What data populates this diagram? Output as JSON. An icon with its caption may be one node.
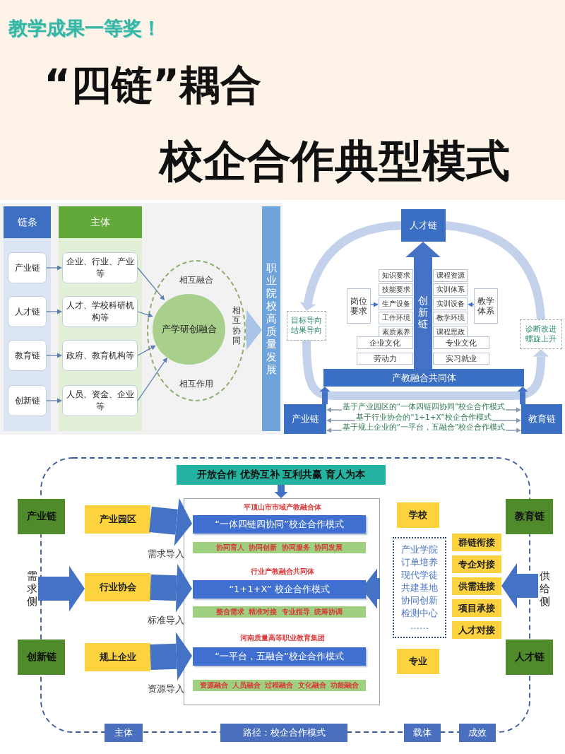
{
  "diagram": {
    "nodes": [
      {
        "text": [
          "链条"
        ]
      },
      {
        "text": [
          "产业链"
        ],
        "in": 0
      },
      {
        "text": [
          "人才链"
        ],
        "in": 0
      },
      {
        "text": [
          "教育链"
        ],
        "in": 0
      },
      {
        "text": [
          "创新链"
        ],
        "in": 0
      },
      {
        "text": [
          "主体"
        ]
      },
      {
        "text": [
          "企业、行业、产业等"
        ],
        "in": 5
      },
      {
        "text": [
          "人才、学校科研机构等"
        ],
        "in": 5
      },
      {
        "text": [
          "政府、教育机构等"
        ],
        "in": 5
      },
      {
        "text": [
          "人员、资金、企业等"
        ],
        "in": 5
      },
      {
        "text": [
          "相互融合",
          "相互协同",
          "相互作用"
        ]
      },
      {
        "text": [
          "产学研创融合"
        ],
        "in": 10
      },
      {
        "text": [
          "职业院校高质量发展"
        ]
      },
      {
        "text": [
          "人才链"
        ]
      },
      {
        "text": [
          "产教融合共同体"
        ]
      },
      {
        "text": [
          "产业链"
        ]
      },
      {
        "text": [
          "教育链"
        ]
      },
      {
        "text": [
          "岗位要求"
        ]
      },
      {
        "text": [
          "知识要求"
        ]
      },
      {
        "text": [
          "技能要求"
        ]
      },
      {
        "text": [
          "生产设备"
        ]
      },
      {
        "text": [
          "工作环境"
        ]
      },
      {
        "text": [
          "素质素养"
        ]
      },
      {
        "text": [
          "教学体系"
        ]
      },
      {
        "text": [
          "课程资源"
        ]
      },
      {
        "text": [
          "实训体系"
        ]
      },
      {
        "text": [
          "实训设备"
        ]
      },
      {
        "text": [
          "教学环境"
        ]
      },
      {
        "text": [
          "课程思政"
        ]
      },
      {
        "text": [
          "企业文化"
        ]
      },
      {
        "text": [
          "劳动力"
        ]
      },
      {
        "text": [
          "专业文化"
        ]
      },
      {
        "text": [
          "实习就业"
        ]
      },
      {
        "text": [
          "目标导向结果导向"
        ]
      },
      {
        "text": [
          "诊断改进螺旋上升"
        ]
      },
      {
        "text": [
          "开放合作 优势互补 互利共赢 育人为本"
        ]
      },
      {
        "text": [
          "产业链"
        ]
      },
      {
        "text": [
          "创新链"
        ]
      },
      {
        "text": [
          "需求侧"
        ]
      },
      {
        "text": [
          "产业园区"
        ]
      },
      {
        "text": [
          "行业协会"
        ]
      },
      {
        "text": [
          "规上企业"
        ]
      },
      {
        "text": [],
        "shape": "box"
      },
      {
        "text": [
          "平顶山市市域产教融合体"
        ],
        "in": 42
      },
      {
        "text": [
          "“一体四链四协同”校企合作模式"
        ],
        "in": 42
      },
      {
        "text": [
          "协同育人 协同创新 协同服务 协同发展"
        ],
        "in": 42
      },
      {
        "text": [
          "行业产教融合共同体"
        ],
        "in": 42
      },
      {
        "text": [
          "“1+1+X” 校企合作模式"
        ],
        "in": 42
      },
      {
        "text": [
          "整合需求 精准对接 专业指导 统筹协调"
        ],
        "in": 42
      },
      {
        "text": [
          "河南质量高等职业教育集团"
        ],
        "in": 42
      },
      {
        "text": [
          "“一平台，五融合”校企合作模式"
        ],
        "in": 42
      },
      {
        "text": [
          "资源融合 人员融合 过程融合 文化融合 功能融合"
        ],
        "in": 42
      },
      {
        "text": [
          "学校"
        ]
      },
      {
        "text": [
          "产业学院",
          "订单培养",
          "现代学徒",
          "共建基地",
          "协同创新",
          "检测中心",
          "……"
        ]
      },
      {
        "text": [
          "专业"
        ]
      },
      {
        "text": [
          "群链衔接"
        ]
      },
      {
        "text": [
          "专企对接"
        ]
      },
      {
        "text": [
          "供需连接"
        ]
      },
      {
        "text": [
          "项目承接"
        ]
      },
      {
        "text": [
          "人才对接"
        ]
      },
      {
        "text": [
          "教育链"
        ]
      },
      {
        "text": [
          "人才链"
        ]
      },
      {
        "text": [
          "供给侧"
        ]
      },
      {
        "text": [
          "主体"
        ]
      },
      {
        "text": [
          "路径：校企合作模式"
        ]
      },
      {
        "text": [
          "载体"
        ]
      },
      {
        "text": [
          "成效"
        ]
      }
    ],
    "edges": [
      {
        "from": 1,
        "to": 6,
        "arrow": "to",
        "color": "#5b7fae"
      },
      {
        "from": 2,
        "to": 7,
        "arrow": "to",
        "color": "#5b7fae"
      },
      {
        "from": 3,
        "to": 8,
        "arrow": "to",
        "color": "#5b7fae"
      },
      {
        "from": 4,
        "to": 9,
        "arrow": "to",
        "color": "#5b7fae"
      },
      {
        "from": 6,
        "to": 11,
        "arrow": "to",
        "color": "#5b7fae"
      },
      {
        "from": 7,
        "to": 11,
        "arrow": "to",
        "color": "#5b7fae"
      },
      {
        "from": 8,
        "to": 11,
        "arrow": "to",
        "color": "#5b7fae"
      },
      {
        "from": 9,
        "to": 11,
        "arrow": "to",
        "color": "#5b7fae"
      },
      {
        "from": 10,
        "to": 12,
        "arrow": "to",
        "style": "thick",
        "color": "#a9c4e6"
      },
      {
        "from": 14,
        "to": 13,
        "arrow": "to",
        "style": "thick",
        "label": "创新链"
      },
      {
        "from": 15,
        "to": 14,
        "arrow": "to"
      },
      {
        "from": 16,
        "to": 14,
        "arrow": "to"
      },
      {
        "from": 15,
        "to": 16,
        "arrow": "both",
        "label": "基于产业园区的“一体四链四协同”校企合作模式",
        "color": "#8a9ab0"
      },
      {
        "from": 15,
        "to": 16,
        "arrow": "both",
        "label": "基于行业协会的“1+1+X”校企合作模式",
        "color": "#8a9ab0"
      },
      {
        "from": 15,
        "to": 16,
        "arrow": "both",
        "label": "基于规上企业的“一平台，五融合”校企合作模式",
        "color": "#8a9ab0"
      },
      {
        "from": 17,
        "to": 20,
        "arrow": "to"
      },
      {
        "from": 23,
        "to": 26,
        "arrow": "to"
      },
      {
        "from": 35,
        "to": 42,
        "arrow": "to"
      },
      {
        "from": 38,
        "to": 40,
        "arrow": "to",
        "style": "thick"
      },
      {
        "from": 39,
        "to": 44,
        "arrow": "to",
        "style": "thick",
        "label": "需求导入"
      },
      {
        "from": 40,
        "to": 47,
        "arrow": "to",
        "style": "thick",
        "label": "标准导入"
      },
      {
        "from": 41,
        "to": 50,
        "arrow": "to",
        "style": "thick",
        "label": "资源导入"
      },
      {
        "from": 42,
        "to": 53,
        "arrow": "to",
        "style": "thick"
      },
      {
        "from": 62,
        "to": 57,
        "arrow": "to",
        "style": "thick"
      },
      {
        "from": 13,
        "to": 33,
        "arrow": "to",
        "color": "#c3d2ea"
      },
      {
        "from": 33,
        "to": 34,
        "arrow": "to",
        "color": "#c3d2ea"
      },
      {
        "from": 34,
        "to": 13,
        "arrow": "none",
        "color": "#c3d2ea"
      }
    ],
    "labels": [
      "教学成果一等奖！",
      "“四链”耦合",
      "校企合作典型模式"
    ]
  }
}
